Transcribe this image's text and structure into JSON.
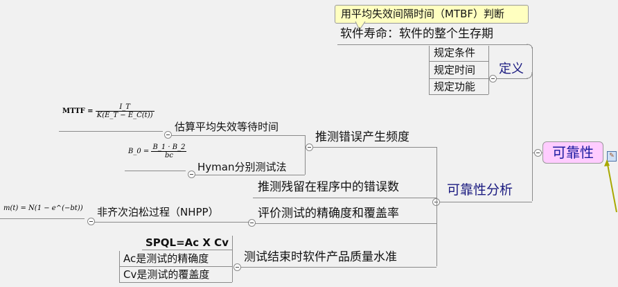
{
  "callout": "用平均失效间隔时间（MTBF）判断",
  "root": {
    "label": "可靠性",
    "color": "#ffccff",
    "text_color": "#1a1aa0"
  },
  "lifetime": "软件寿命：软件的整个生存期",
  "definition": {
    "label": "定义",
    "items": [
      "规定条件",
      "规定时间",
      "规定功能"
    ]
  },
  "analysis": {
    "label": "可靠性分析",
    "items": [
      {
        "label": "推测错误产生频度",
        "children": [
          {
            "label": "估算平均失效等待时间",
            "formula": {
              "lhs": "MTTF =",
              "num": "I_T",
              "den": "K(E_T − E_C(t))"
            }
          },
          {
            "label": "Hyman分别测试法",
            "formula": {
              "lhs": "B_0 =",
              "num": "B_1 · B_2",
              "den": "bc"
            }
          }
        ]
      },
      {
        "label": "推测残留在程序中的错误数"
      },
      {
        "label": "评价测试的精确度和覆盖率",
        "children": [
          {
            "label": "非齐次泊松过程（NHPP）",
            "formula": {
              "text": "m(t) = N(1 − e^(−bt))"
            }
          }
        ]
      },
      {
        "label": "测试结束时软件产品质量水准",
        "children": [
          {
            "label": "SPQL=Ac X Cv"
          },
          {
            "label": "Ac是测试的精确度"
          },
          {
            "label": "Cv是测试的覆盖度"
          }
        ]
      }
    ]
  }
}
